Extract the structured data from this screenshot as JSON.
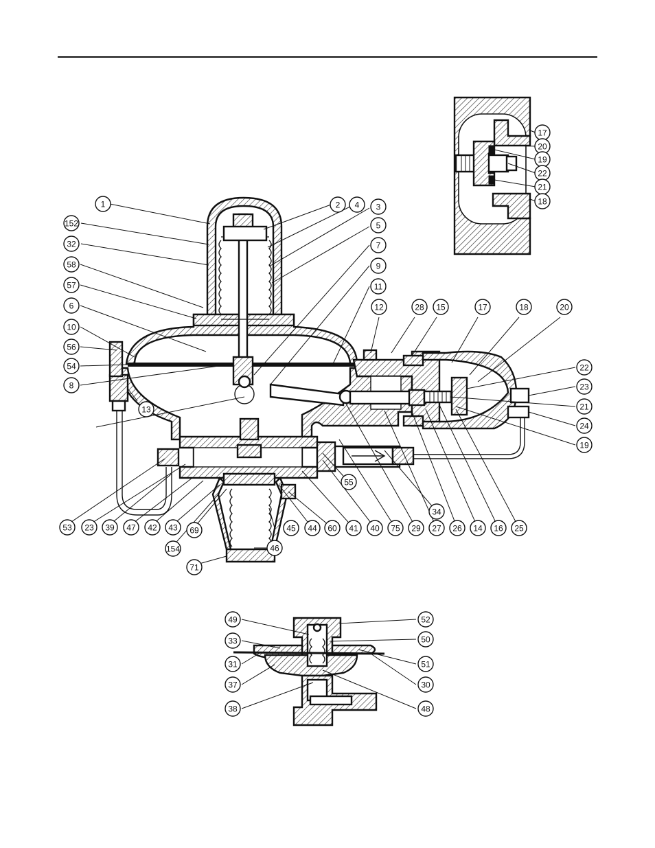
{
  "figure": {
    "main_callouts": [
      "1",
      "152",
      "32",
      "58",
      "57",
      "6",
      "10",
      "56",
      "54",
      "8",
      "13",
      "2",
      "4",
      "3",
      "5",
      "7",
      "9",
      "11",
      "12",
      "28",
      "15",
      "17",
      "18",
      "20",
      "22",
      "23",
      "21",
      "24",
      "19",
      "53",
      "23",
      "39",
      "47",
      "42",
      "43",
      "154",
      "69",
      "71",
      "46",
      "45",
      "44",
      "60",
      "41",
      "40",
      "55",
      "75",
      "29",
      "34",
      "27",
      "26",
      "14",
      "16",
      "25"
    ],
    "inset_callouts": [
      "17",
      "20",
      "19",
      "22",
      "21",
      "18"
    ],
    "detail_callouts": [
      "49",
      "52",
      "33",
      "50",
      "31",
      "51",
      "37",
      "30",
      "38",
      "48"
    ]
  }
}
